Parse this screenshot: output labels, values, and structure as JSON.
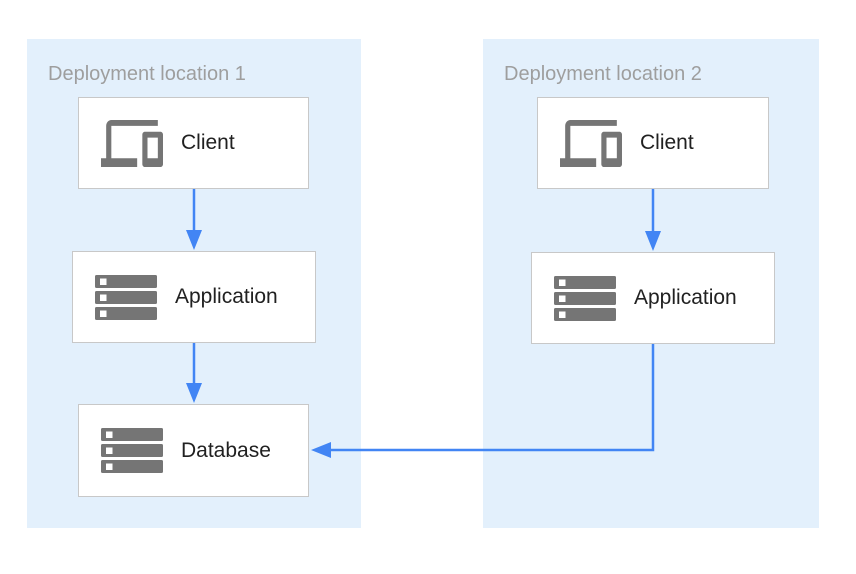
{
  "diagram": {
    "colors": {
      "panel_background": "#E3F0FC",
      "arrow": "#4285F4",
      "icon": "#757575",
      "node_border": "#C8C8C8",
      "node_text": "#212121",
      "panel_label_text": "#9E9E9E"
    },
    "panels": [
      {
        "label": "Deployment location 1",
        "nodes": [
          {
            "id": "client1",
            "label": "Client",
            "icon": "devices-icon"
          },
          {
            "id": "app1",
            "label": "Application",
            "icon": "server-stack-icon"
          },
          {
            "id": "db1",
            "label": "Database",
            "icon": "server-stack-icon"
          }
        ]
      },
      {
        "label": "Deployment location 2",
        "nodes": [
          {
            "id": "client2",
            "label": "Client",
            "icon": "devices-icon"
          },
          {
            "id": "app2",
            "label": "Application",
            "icon": "server-stack-icon"
          }
        ]
      }
    ],
    "edges": [
      {
        "from": "client1",
        "to": "app1"
      },
      {
        "from": "app1",
        "to": "db1"
      },
      {
        "from": "client2",
        "to": "app2"
      },
      {
        "from": "app2",
        "to": "db1"
      }
    ]
  }
}
